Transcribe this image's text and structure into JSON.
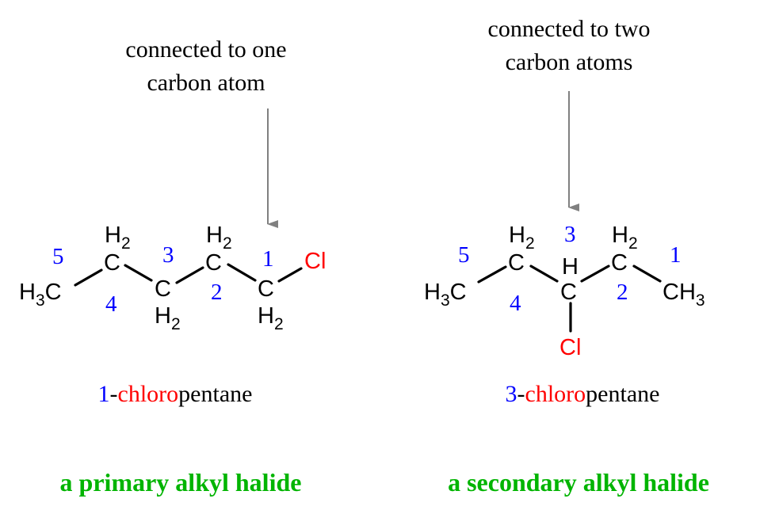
{
  "colors": {
    "atom": "#000000",
    "chlorine": "#ff0000",
    "locant": "#0000ff",
    "classification": "#00b400",
    "arrow": "#808080"
  },
  "left": {
    "annotation": {
      "line1": "connected to one",
      "line2": "carbon atom"
    },
    "molecule": {
      "atoms": {
        "ch3": "H",
        "ch3_sub": "3",
        "ch3_c": "C",
        "c4": "C",
        "c4_h": "H",
        "c4_sub": "2",
        "c3": "C",
        "c3_h": "H",
        "c3_sub": "2",
        "c2": "C",
        "c2_h": "H",
        "c2_sub": "2",
        "c1": "C",
        "c1_h": "H",
        "c1_sub": "2",
        "cl": "Cl"
      },
      "locants": [
        "5",
        "4",
        "3",
        "2",
        "1"
      ]
    },
    "name": {
      "locant": "1",
      "hyphen": "-",
      "substituent": "chloro",
      "parent": "pentane"
    },
    "classification": "a primary alkyl halide"
  },
  "right": {
    "annotation": {
      "line1": "connected to two",
      "line2": "carbon atoms"
    },
    "molecule": {
      "atoms": {
        "ch3_left": "H",
        "ch3_left_sub": "3",
        "ch3_left_c": "C",
        "c4": "C",
        "c4_h": "H",
        "c4_sub": "2",
        "c3": "C",
        "c3_h": "H",
        "c2": "C",
        "c2_h": "H",
        "c2_sub": "2",
        "ch3_right_c": "CH",
        "ch3_right_sub": "3",
        "cl": "Cl"
      },
      "locants": [
        "5",
        "4",
        "3",
        "2",
        "1"
      ]
    },
    "name": {
      "locant": "3",
      "hyphen": "-",
      "substituent": "chloro",
      "parent": "pentane"
    },
    "classification": "a secondary alkyl halide"
  }
}
